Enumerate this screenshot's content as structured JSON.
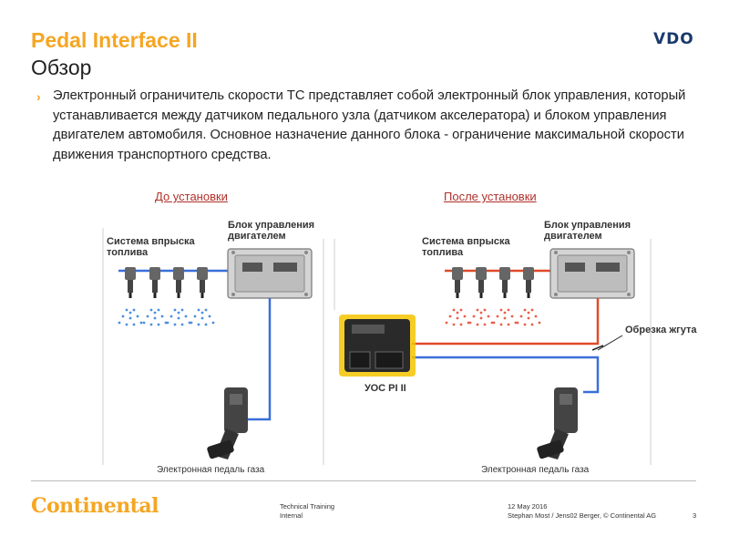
{
  "header": {
    "title": "Pedal Interface II",
    "subtitle": "Обзор",
    "brand": "VDO"
  },
  "body": {
    "bullet_text": "Электронный ограничитель скорости ТС представляет собой электронный блок управления, который устанавливается между датчиком педального узла (датчиком акселератора) и блоком управления двигателем автомобиля. Основное назначение данного блока - ограничение максимальной скорости движения транспортного средства."
  },
  "diagram": {
    "before": {
      "heading": "До установки",
      "injection_label": "Система впрыска топлива",
      "ecu_label": "Блок управления двигателем",
      "pedal_label": "Электронная педаль газа"
    },
    "after": {
      "heading": "После установки",
      "injection_label": "Система впрыска топлива",
      "ecu_label": "Блок управления двигателем",
      "pedal_label": "Электронная педаль газа",
      "module_label": "УОС PI II",
      "cut_label": "Обрезка жгута"
    },
    "colors": {
      "wire_blue": "#3a6fd8",
      "wire_red": "#e04a2a",
      "accent": "#f5a623",
      "module_glow": "#f5c400"
    }
  },
  "footer": {
    "logo": "Continental",
    "left_line1": "Technical Training",
    "left_line2": "Internal",
    "right_line1": "12 May 2016",
    "right_line2": "Stephan Most / Jens02 Berger, © Continental AG",
    "page": "3"
  }
}
